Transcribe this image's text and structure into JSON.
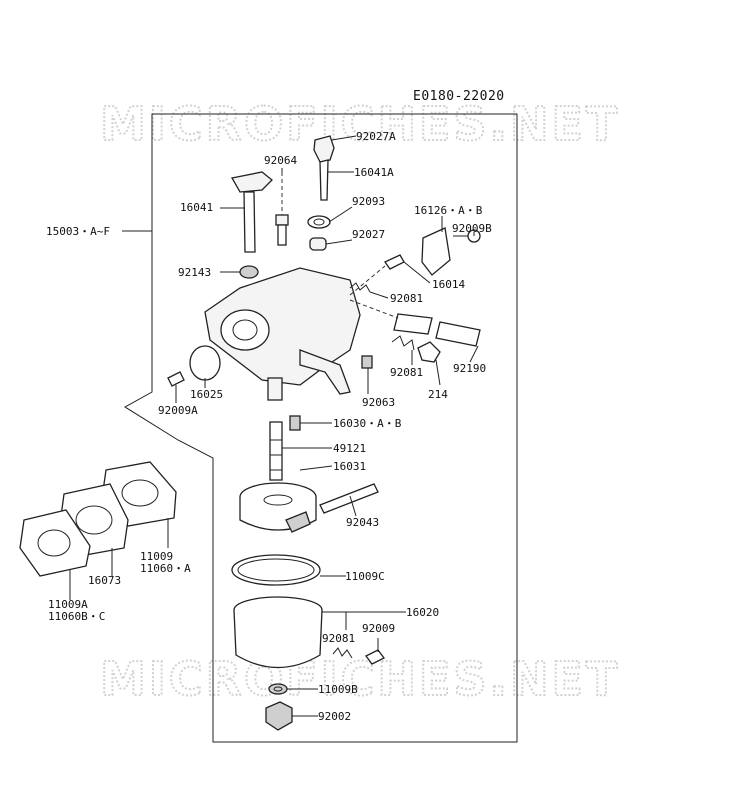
{
  "diagram": {
    "code": "E0180-22020",
    "watermark_top": "MICROFICHES.NET",
    "watermark_bottom": "MICROFICHES.NET",
    "labels": {
      "p92027A": "92027A",
      "p92064": "92064",
      "p16041A": "16041A",
      "p16041": "16041",
      "p92093": "92093",
      "p16126": "16126・A・B",
      "p92009B": "92009B",
      "p15003": "15003・A~F",
      "p92027": "92027",
      "p92143": "92143",
      "p16014": "16014",
      "p92081a": "92081",
      "p92081b": "92081",
      "p92190": "92190",
      "p214": "214",
      "p16025": "16025",
      "p92063": "92063",
      "p92009A": "92009A",
      "p16030": "16030・A・B",
      "p49121": "49121",
      "p16031": "16031",
      "p92043": "92043",
      "p11009": "11009",
      "p11060A": "11060・A",
      "p16073": "16073",
      "p11009C": "11009C",
      "p11009A": "11009A",
      "p11060BC": "11060B・C",
      "p16020": "16020",
      "p92009": "92009",
      "p92081c": "92081",
      "p11009B": "11009B",
      "p92002": "92002"
    }
  }
}
